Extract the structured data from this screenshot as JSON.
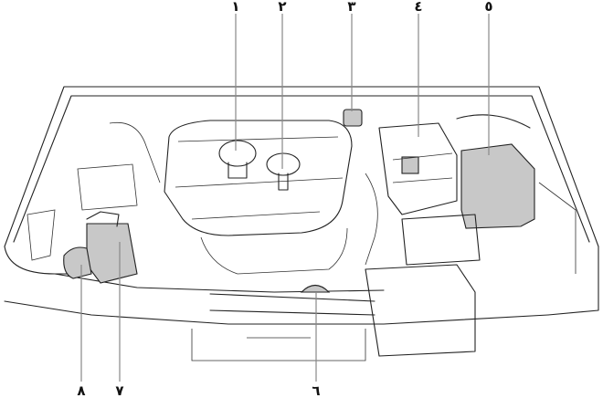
{
  "diagram": {
    "subject": "engine-compartment",
    "highlight_color": "#c8c8c8",
    "callouts": [
      {
        "id": "1",
        "label": "١"
      },
      {
        "id": "2",
        "label": "٢"
      },
      {
        "id": "3",
        "label": "٣"
      },
      {
        "id": "4",
        "label": "٤"
      },
      {
        "id": "5",
        "label": "٥"
      },
      {
        "id": "6",
        "label": "٦"
      },
      {
        "id": "7",
        "label": "٧"
      },
      {
        "id": "8",
        "label": "٨"
      }
    ]
  }
}
